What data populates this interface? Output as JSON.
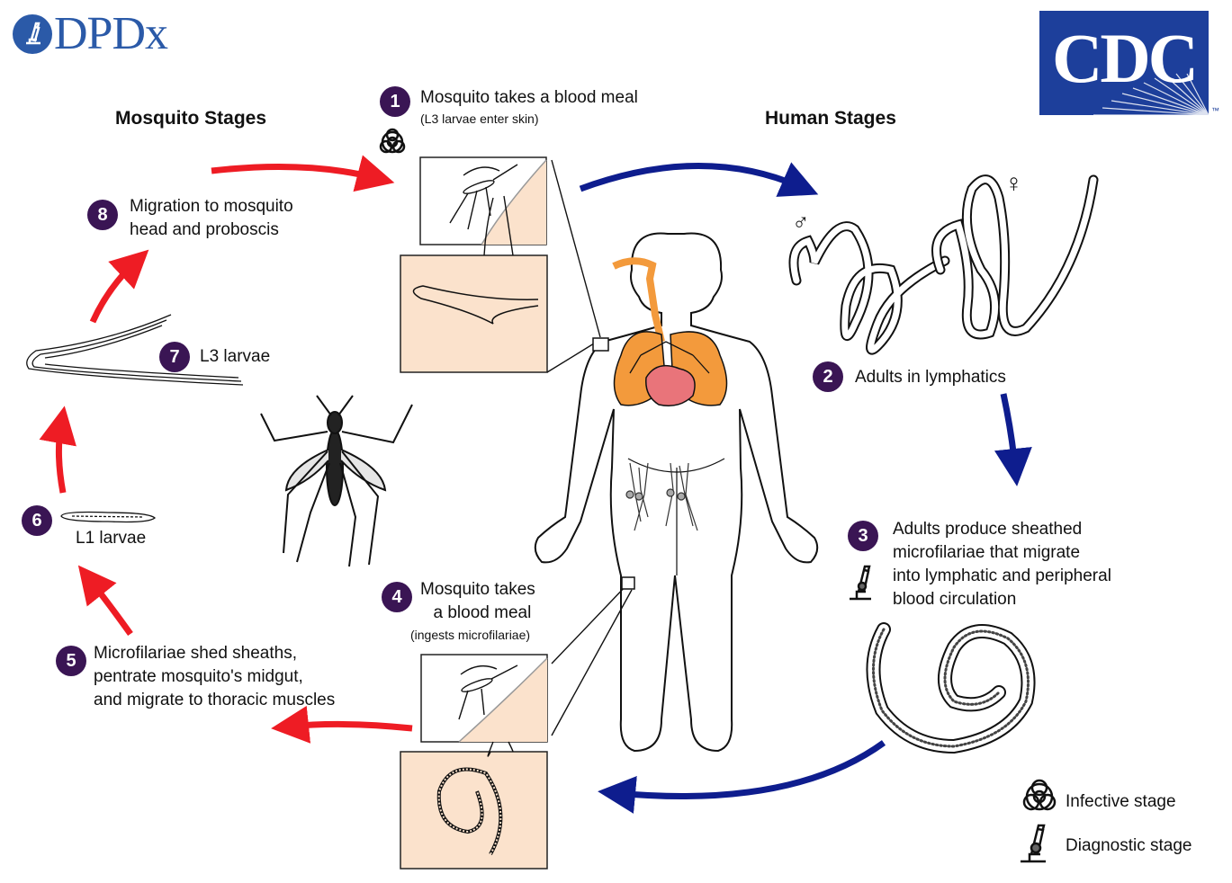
{
  "logos": {
    "dpdx": "DPDx",
    "cdc": "CDC"
  },
  "headings": {
    "mosquito": "Mosquito Stages",
    "human": "Human Stages"
  },
  "steps": [
    {
      "num": "1",
      "text": "Mosquito takes a blood meal",
      "note": "(L3 larvae enter skin)"
    },
    {
      "num": "2",
      "text": "Adults in lymphatics"
    },
    {
      "num": "3",
      "lines": [
        "Adults produce sheathed",
        "microfilariae that migrate",
        "into lymphatic and peripheral",
        "blood circulation"
      ]
    },
    {
      "num": "4",
      "lines": [
        "Mosquito takes",
        "a blood meal"
      ],
      "note": "(ingests microfilariae)"
    },
    {
      "num": "5",
      "lines": [
        "Microfilariae shed sheaths,",
        "pentrate mosquito's midgut,",
        "and migrate to thoracic muscles"
      ]
    },
    {
      "num": "6",
      "text": "L1 larvae"
    },
    {
      "num": "7",
      "text": "L3 larvae"
    },
    {
      "num": "8",
      "lines": [
        "Migration to mosquito",
        "head and proboscis"
      ]
    }
  ],
  "symbols": {
    "male": "♂",
    "female": "♀"
  },
  "legend": {
    "infective": "Infective stage",
    "diagnostic": "Diagnostic stage"
  },
  "colors": {
    "red_arrow": "#ee1c24",
    "blue_arrow": "#0e1d8e",
    "number_badge": "#3a1554",
    "inset_fill": "#fbe2cc",
    "lung": "#f39a3c",
    "heart": "#e9747a",
    "cdc_blue": "#1d3f9b",
    "dpdx_blue": "#2b5aa8"
  },
  "icons": [
    "biohazard-icon",
    "microscope-icon",
    "mosquito-icon",
    "worm-icon"
  ]
}
